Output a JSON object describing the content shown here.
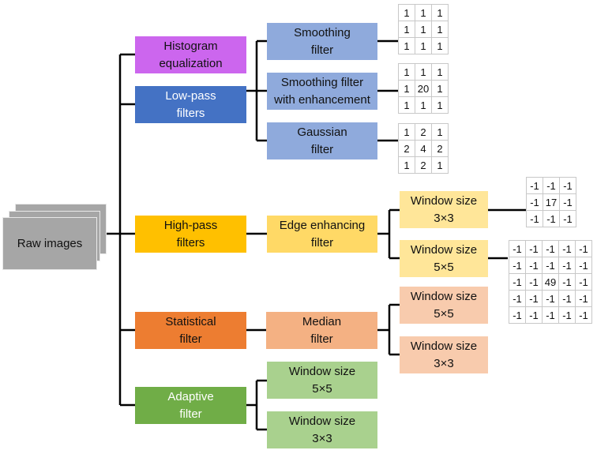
{
  "colors": {
    "raw": "#a6a6a6",
    "histogram": "#cc66ee",
    "lowpass": "#4472c4",
    "lowpass_child": "#8faadc",
    "highpass": "#ffc000",
    "highpass_child": "#ffd966",
    "highpass_grand": "#ffe699",
    "statistical": "#ed7d31",
    "median": "#f4b183",
    "median_child": "#f8cbad",
    "adaptive": "#70ad47",
    "adaptive_child": "#a9d18e"
  },
  "root": {
    "label": "Raw images"
  },
  "categories": {
    "histogram": "Histogram\nequalization",
    "lowpass": "Low-pass\nfilters",
    "highpass": "High-pass\nfilters",
    "statistical": "Statistical\nfilter",
    "adaptive": "Adaptive\nfilter"
  },
  "lowpass_children": {
    "smoothing": "Smoothing\nfilter",
    "smoothing_enh": "Smoothing filter\nwith enhancement",
    "gaussian": "Gaussian\nfilter"
  },
  "highpass_children": {
    "edge": "Edge enhancing\nfilter",
    "win3": "Window size\n3×3",
    "win5": "Window size\n5×5"
  },
  "statistical_children": {
    "median": "Median\nfilter",
    "win5": "Window size\n5×5",
    "win3": "Window size\n3×3"
  },
  "adaptive_children": {
    "win5": "Window size\n5×5",
    "win3": "Window size\n3×3"
  },
  "kernels": {
    "smoothing": [
      [
        "1",
        "1",
        "1"
      ],
      [
        "1",
        "1",
        "1"
      ],
      [
        "1",
        "1",
        "1"
      ]
    ],
    "smoothing_enh": [
      [
        "1",
        "1",
        "1"
      ],
      [
        "1",
        "20",
        "1"
      ],
      [
        "1",
        "1",
        "1"
      ]
    ],
    "gaussian": [
      [
        "1",
        "2",
        "1"
      ],
      [
        "2",
        "4",
        "2"
      ],
      [
        "1",
        "2",
        "1"
      ]
    ],
    "edge3": [
      [
        "-1",
        "-1",
        "-1"
      ],
      [
        "-1",
        "17",
        "-1"
      ],
      [
        "-1",
        "-1",
        "-1"
      ]
    ],
    "edge5": [
      [
        "-1",
        "-1",
        "-1",
        "-1",
        "-1"
      ],
      [
        "-1",
        "-1",
        "-1",
        "-1",
        "-1"
      ],
      [
        "-1",
        "-1",
        "49",
        "-1",
        "-1"
      ],
      [
        "-1",
        "-1",
        "-1",
        "-1",
        "-1"
      ],
      [
        "-1",
        "-1",
        "-1",
        "-1",
        "-1"
      ]
    ]
  }
}
